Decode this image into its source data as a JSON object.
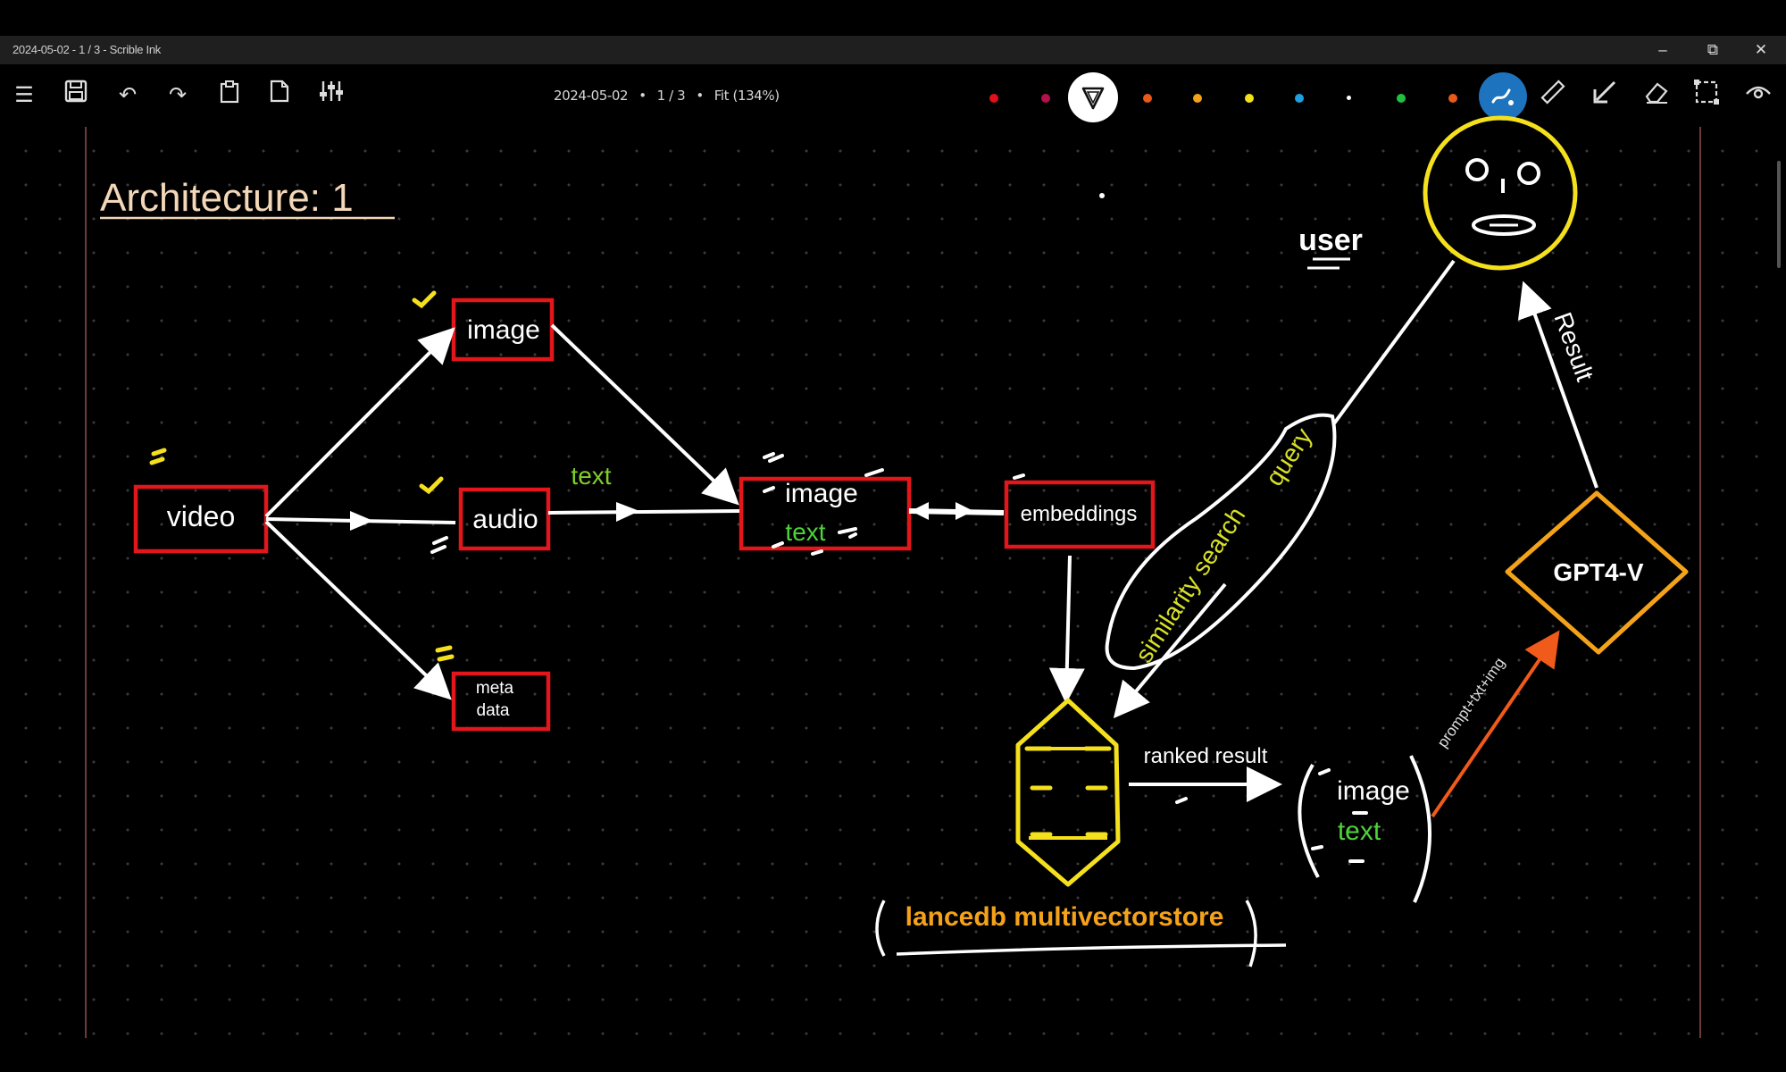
{
  "window": {
    "title": "2024-05-02 - 1 / 3 - Scrible Ink",
    "minimize_icon": "minimize-icon",
    "maximize_icon": "restore-icon",
    "close_icon": "close-icon"
  },
  "toolbar": {
    "page_date": "2024-05-02",
    "page_num": "1 / 3",
    "zoom": "Fit (134%)",
    "sep": "•",
    "icons": [
      "menu-icon",
      "save-icon",
      "undo-icon",
      "redo-icon",
      "clipboard-icon",
      "page-icon",
      "settings-sliders-icon"
    ],
    "pen_colors": [
      "#e0101a",
      "#b0124d",
      "#ffffff",
      "#e65a1a",
      "#f2a21c",
      "#f2e21c",
      "#1f9fe0",
      "#ffffff",
      "#22c040",
      "#e65a1a",
      "#1e73be"
    ],
    "tool_icons": [
      "lasso-tool-icon",
      "ruler-icon",
      "arrow-pen-icon",
      "eraser-icon",
      "select-rect-icon",
      "view-icon"
    ]
  },
  "diagram": {
    "heading": "Architecture: 1",
    "nodes": {
      "video": "video",
      "image": "image",
      "audio": "audio",
      "metadata_line1": "meta",
      "metadata_line2": "data",
      "combined_image": "image",
      "combined_text": "text",
      "embeddings": "embeddings",
      "gpt": "GPT4-V",
      "store": "lancedb multivectorstore",
      "result_image": "image",
      "result_text": "text"
    },
    "labels": {
      "text_edge": "text",
      "similarity_search": "similarity search",
      "query": "query",
      "user": "user",
      "result": "Result",
      "ranked_result": "ranked result",
      "prompt": "prompt+txt+img"
    },
    "colors": {
      "box_border": "#e3161b",
      "arrow": "#ffffff",
      "yellow": "#f4e01c",
      "green": "#7fcf2a",
      "orange": "#f4a21a",
      "heading": "#f2d7b8",
      "arrow_orange": "#f05a1a"
    }
  }
}
